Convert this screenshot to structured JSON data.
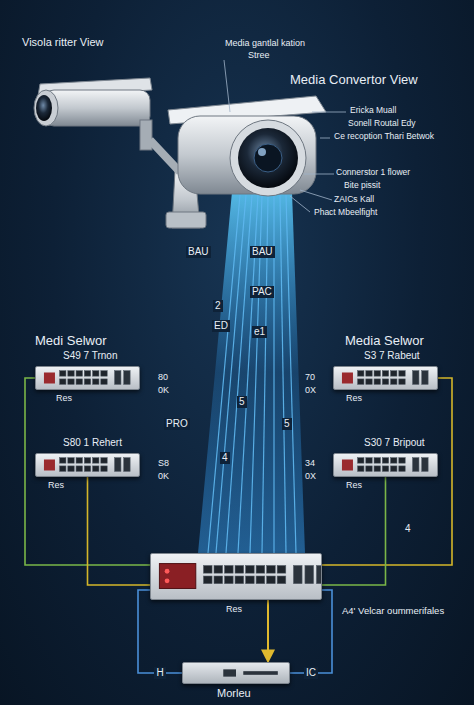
{
  "diagram": {
    "nodes": [
      {
        "text": [
          "S49 7 Trnon",
          "Res"
        ]
      },
      {
        "text": [
          "S80 1 Rehert",
          "Res"
        ]
      },
      {
        "text": [
          "S3 7 Rabeut",
          "Res"
        ]
      },
      {
        "text": [
          "S30 7 Bripout",
          "Res"
        ]
      },
      {
        "text": [
          "Res"
        ]
      },
      {
        "text": [
          "Morleu"
        ]
      }
    ],
    "edges": [
      {
        "from": 0,
        "to": 4,
        "arrow": "none"
      },
      {
        "from": 1,
        "to": 4,
        "arrow": "none"
      },
      {
        "from": 2,
        "to": 4,
        "arrow": "none"
      },
      {
        "from": 3,
        "to": 4,
        "arrow": "none"
      },
      {
        "from": 4,
        "to": 5,
        "arrow": "to"
      },
      {
        "from": 4,
        "to": 5,
        "label": "H",
        "arrow": "none"
      },
      {
        "from": 4,
        "to": 5,
        "label": "IC",
        "arrow": "none"
      }
    ],
    "labels": [
      "Visola ritter View",
      "Media gantlal kation",
      "Stree",
      "Media Convertor View",
      "Ericka Muall",
      "Sonell Routal Edy",
      "Ce recoption Thari Betwok",
      "Connerstor 1 flower",
      "Bite pissit",
      "ZAICs Kall",
      "Phact Mbeelfight",
      "BAU",
      "BAU",
      "PAC",
      "2",
      "ED",
      "e1",
      "5",
      "4",
      "PRO",
      "5",
      "Medi Selwor",
      "Media Selwor",
      "80",
      "0K",
      "S8",
      "0K",
      "70",
      "0X",
      "34",
      "0X",
      "4",
      "A4' Velcar oummerifales"
    ]
  }
}
